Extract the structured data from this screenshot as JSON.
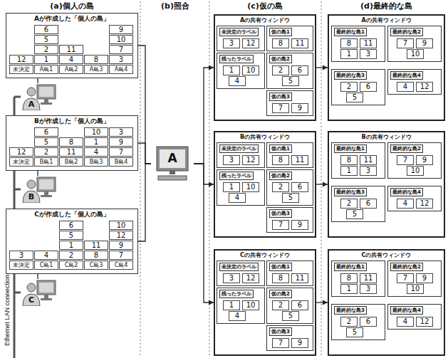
{
  "diagram": {
    "nodes": [
      {
        "text": [
          "Aが作成した「個人の島」"
        ]
      },
      {
        "text": [
          "6"
        ],
        "in": 0
      },
      {
        "text": [
          "9"
        ],
        "in": 0
      },
      {
        "text": [
          "5"
        ],
        "in": 0
      },
      {
        "text": [
          "10"
        ],
        "in": 0
      },
      {
        "text": [
          "2"
        ],
        "in": 0
      },
      {
        "text": [
          "11"
        ],
        "in": 0
      },
      {
        "text": [
          "7"
        ],
        "in": 0
      },
      {
        "text": [
          "12"
        ],
        "in": 0
      },
      {
        "text": [
          "1"
        ],
        "in": 0
      },
      {
        "text": [
          "4"
        ],
        "in": 0
      },
      {
        "text": [
          "8"
        ],
        "in": 0
      },
      {
        "text": [
          "3"
        ],
        "in": 0
      },
      {
        "text": [
          "未決定"
        ],
        "in": 0
      },
      {
        "text": [
          "A島1"
        ],
        "in": 0
      },
      {
        "text": [
          "A島2"
        ],
        "in": 0
      },
      {
        "text": [
          "A島3"
        ],
        "in": 0
      },
      {
        "text": [
          "A島4"
        ],
        "in": 0
      },
      {
        "text": [
          "A"
        ]
      },
      {
        "text": [
          "Bが作成した「個人の島」"
        ]
      },
      {
        "text": [
          "6"
        ],
        "in": 19
      },
      {
        "text": [
          "10"
        ],
        "in": 19
      },
      {
        "text": [
          "3"
        ],
        "in": 19
      },
      {
        "text": [
          "5"
        ],
        "in": 19
      },
      {
        "text": [
          "8"
        ],
        "in": 19
      },
      {
        "text": [
          "1"
        ],
        "in": 19
      },
      {
        "text": [
          "9"
        ],
        "in": 19
      },
      {
        "text": [
          "12"
        ],
        "in": 19
      },
      {
        "text": [
          "2"
        ],
        "in": 19
      },
      {
        "text": [
          "11"
        ],
        "in": 19
      },
      {
        "text": [
          "4"
        ],
        "in": 19
      },
      {
        "text": [
          "7"
        ],
        "in": 19
      },
      {
        "text": [
          "未決定"
        ],
        "in": 19
      },
      {
        "text": [
          "B島1"
        ],
        "in": 19
      },
      {
        "text": [
          "B島2"
        ],
        "in": 19
      },
      {
        "text": [
          "B島3"
        ],
        "in": 19
      },
      {
        "text": [
          "B島4"
        ],
        "in": 19
      },
      {
        "text": [
          "B"
        ]
      },
      {
        "text": [
          "Cが作成した「個人の島」"
        ]
      },
      {
        "text": [
          "6"
        ],
        "in": 38
      },
      {
        "text": [
          "10"
        ],
        "in": 38
      },
      {
        "text": [
          "5"
        ],
        "in": 38
      },
      {
        "text": [
          "12"
        ],
        "in": 38
      },
      {
        "text": [
          "1"
        ],
        "in": 38
      },
      {
        "text": [
          "11"
        ],
        "in": 38
      },
      {
        "text": [
          "9"
        ],
        "in": 38
      },
      {
        "text": [
          "3"
        ],
        "in": 38
      },
      {
        "text": [
          "4"
        ],
        "in": 38
      },
      {
        "text": [
          "2"
        ],
        "in": 38
      },
      {
        "text": [
          "8"
        ],
        "in": 38
      },
      {
        "text": [
          "7"
        ],
        "in": 38
      },
      {
        "text": [
          "未決定"
        ],
        "in": 38
      },
      {
        "text": [
          "C島1"
        ],
        "in": 38
      },
      {
        "text": [
          "C島2"
        ],
        "in": 38
      },
      {
        "text": [
          "C島3"
        ],
        "in": 38
      },
      {
        "text": [
          "C島4"
        ],
        "in": 38
      },
      {
        "text": [
          "C"
        ]
      },
      {
        "text": [
          "A"
        ]
      },
      {
        "text": [
          "Aの共有ウィンドウ"
        ]
      },
      {
        "text": [
          "未決定のラベル"
        ],
        "in": 58
      },
      {
        "text": [
          "3"
        ],
        "in": 59
      },
      {
        "text": [
          "12"
        ],
        "in": 59
      },
      {
        "text": [
          "残ったラベル"
        ],
        "in": 58
      },
      {
        "text": [
          "1"
        ],
        "in": 62
      },
      {
        "text": [
          "10"
        ],
        "in": 62
      },
      {
        "text": [
          "4"
        ],
        "in": 62
      },
      {
        "text": [
          "仮の島1"
        ],
        "in": 58
      },
      {
        "text": [
          "8"
        ],
        "in": 66
      },
      {
        "text": [
          "11"
        ],
        "in": 66
      },
      {
        "text": [
          "仮の島2"
        ],
        "in": 58
      },
      {
        "text": [
          "2"
        ],
        "in": 69
      },
      {
        "text": [
          "6"
        ],
        "in": 69
      },
      {
        "text": [
          "5"
        ],
        "in": 69
      },
      {
        "text": [
          "仮の島3"
        ],
        "in": 58
      },
      {
        "text": [
          "7"
        ],
        "in": 73
      },
      {
        "text": [
          "9"
        ],
        "in": 73
      },
      {
        "text": [
          "Bの共有ウィンドウ"
        ]
      },
      {
        "text": [
          "未決定のラベル"
        ],
        "in": 76
      },
      {
        "text": [
          "3"
        ],
        "in": 77
      },
      {
        "text": [
          "12"
        ],
        "in": 77
      },
      {
        "text": [
          "残ったラベル"
        ],
        "in": 76
      },
      {
        "text": [
          "1"
        ],
        "in": 80
      },
      {
        "text": [
          "10"
        ],
        "in": 80
      },
      {
        "text": [
          "4"
        ],
        "in": 80
      },
      {
        "text": [
          "仮の島1"
        ],
        "in": 76
      },
      {
        "text": [
          "8"
        ],
        "in": 84
      },
      {
        "text": [
          "11"
        ],
        "in": 84
      },
      {
        "text": [
          "仮の島2"
        ],
        "in": 76
      },
      {
        "text": [
          "2"
        ],
        "in": 87
      },
      {
        "text": [
          "6"
        ],
        "in": 87
      },
      {
        "text": [
          "5"
        ],
        "in": 87
      },
      {
        "text": [
          "仮の島3"
        ],
        "in": 76
      },
      {
        "text": [
          "7"
        ],
        "in": 91
      },
      {
        "text": [
          "9"
        ],
        "in": 91
      },
      {
        "text": [
          "Cの共有ウィンドウ"
        ]
      },
      {
        "text": [
          "未決定のラベル"
        ],
        "in": 94
      },
      {
        "text": [
          "3"
        ],
        "in": 95
      },
      {
        "text": [
          "12"
        ],
        "in": 95
      },
      {
        "text": [
          "残ったラベル"
        ],
        "in": 94
      },
      {
        "text": [
          "1"
        ],
        "in": 98
      },
      {
        "text": [
          "10"
        ],
        "in": 98
      },
      {
        "text": [
          "4"
        ],
        "in": 98
      },
      {
        "text": [
          "仮の島1"
        ],
        "in": 94
      },
      {
        "text": [
          "8"
        ],
        "in": 102
      },
      {
        "text": [
          "11"
        ],
        "in": 102
      },
      {
        "text": [
          "仮の島2"
        ],
        "in": 94
      },
      {
        "text": [
          "2"
        ],
        "in": 105
      },
      {
        "text": [
          "6"
        ],
        "in": 105
      },
      {
        "text": [
          "5"
        ],
        "in": 105
      },
      {
        "text": [
          "仮の島3"
        ],
        "in": 94
      },
      {
        "text": [
          "7"
        ],
        "in": 109
      },
      {
        "text": [
          "9"
        ],
        "in": 109
      },
      {
        "text": [
          "Aの共有ウィンドウ"
        ]
      },
      {
        "text": [
          "最終的な島1"
        ],
        "in": 112
      },
      {
        "text": [
          "8"
        ],
        "in": 113
      },
      {
        "text": [
          "11"
        ],
        "in": 113
      },
      {
        "text": [
          "1"
        ],
        "in": 113
      },
      {
        "text": [
          "3"
        ],
        "in": 113
      },
      {
        "text": [
          "最終的な島2"
        ],
        "in": 112
      },
      {
        "text": [
          "7"
        ],
        "in": 118
      },
      {
        "text": [
          "9"
        ],
        "in": 118
      },
      {
        "text": [
          "10"
        ],
        "in": 118
      },
      {
        "text": [
          "最終的な島3"
        ],
        "in": 112
      },
      {
        "text": [
          "2"
        ],
        "in": 122
      },
      {
        "text": [
          "6"
        ],
        "in": 122
      },
      {
        "text": [
          "5"
        ],
        "in": 122
      },
      {
        "text": [
          "最終的な島4"
        ],
        "in": 112
      },
      {
        "text": [
          "4"
        ],
        "in": 126
      },
      {
        "text": [
          "12"
        ],
        "in": 126
      },
      {
        "text": [
          "Bの共有ウィンドウ"
        ]
      },
      {
        "text": [
          "最終的な島1"
        ],
        "in": 129
      },
      {
        "text": [
          "8"
        ],
        "in": 130
      },
      {
        "text": [
          "11"
        ],
        "in": 130
      },
      {
        "text": [
          "1"
        ],
        "in": 130
      },
      {
        "text": [
          "3"
        ],
        "in": 130
      },
      {
        "text": [
          "最終的な島2"
        ],
        "in": 129
      },
      {
        "text": [
          "7"
        ],
        "in": 135
      },
      {
        "text": [
          "9"
        ],
        "in": 135
      },
      {
        "text": [
          "10"
        ],
        "in": 135
      },
      {
        "text": [
          "最終的な島3"
        ],
        "in": 129
      },
      {
        "text": [
          "2"
        ],
        "in": 139
      },
      {
        "text": [
          "6"
        ],
        "in": 139
      },
      {
        "text": [
          "5"
        ],
        "in": 139
      },
      {
        "text": [
          "最終的な島4"
        ],
        "in": 129
      },
      {
        "text": [
          "4"
        ],
        "in": 143
      },
      {
        "text": [
          "12"
        ],
        "in": 143
      },
      {
        "text": [
          "Cの共有ウィンドウ"
        ]
      },
      {
        "text": [
          "最終的な島1"
        ],
        "in": 146
      },
      {
        "text": [
          "8"
        ],
        "in": 147
      },
      {
        "text": [
          "11"
        ],
        "in": 147
      },
      {
        "text": [
          "1"
        ],
        "in": 147
      },
      {
        "text": [
          "3"
        ],
        "in": 147
      },
      {
        "text": [
          "最終的な島2"
        ],
        "in": 146
      },
      {
        "text": [
          "7"
        ],
        "in": 152
      },
      {
        "text": [
          "9"
        ],
        "in": 152
      },
      {
        "text": [
          "10"
        ],
        "in": 152
      },
      {
        "text": [
          "最終的な島3"
        ],
        "in": 146
      },
      {
        "text": [
          "2"
        ],
        "in": 156
      },
      {
        "text": [
          "6"
        ],
        "in": 156
      },
      {
        "text": [
          "5"
        ],
        "in": 156
      },
      {
        "text": [
          "最終的な島4"
        ],
        "in": 146
      },
      {
        "text": [
          "4"
        ],
        "in": 160
      },
      {
        "text": [
          "12"
        ],
        "in": 160
      }
    ],
    "edges": [
      {
        "from": 0,
        "to": 18,
        "arrow": "none"
      },
      {
        "from": 19,
        "to": 37,
        "arrow": "none"
      },
      {
        "from": 38,
        "to": 56,
        "arrow": "none"
      },
      {
        "from": 0,
        "to": 57,
        "arrow": "none"
      },
      {
        "from": 19,
        "to": 57,
        "arrow": "none"
      },
      {
        "from": 38,
        "to": 57,
        "arrow": "none"
      },
      {
        "from": 57,
        "to": 58,
        "arrow": "to"
      },
      {
        "from": 57,
        "to": 76,
        "arrow": "to"
      },
      {
        "from": 57,
        "to": 94,
        "arrow": "to"
      },
      {
        "from": 58,
        "to": 112,
        "arrow": "to"
      },
      {
        "from": 76,
        "to": 129,
        "arrow": "to"
      },
      {
        "from": 94,
        "to": 146,
        "arrow": "to"
      }
    ],
    "labels": [
      "(a)個人の島",
      "(b)照合",
      "(c)仮の島",
      "(d)最終的な島",
      "Ethernet LAN connection"
    ]
  }
}
